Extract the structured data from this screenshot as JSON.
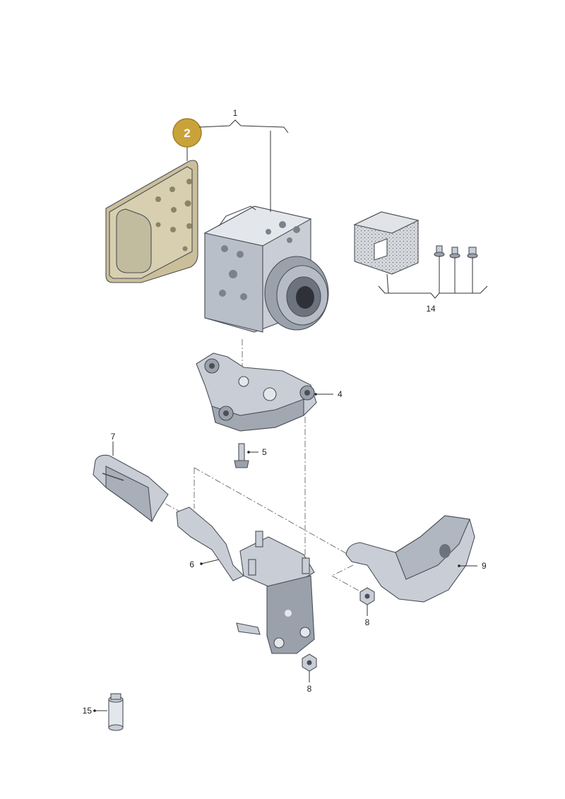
{
  "colors": {
    "metal": "#c9ced6",
    "metal_dark": "#8f96a1",
    "metal_light": "#e3e7ec",
    "outline": "#4a4f57",
    "highlight_badge": "#c9a33a",
    "highlight_part": "#cbbf9a",
    "foam": "#d4d7db"
  },
  "badge": {
    "label": "2"
  },
  "callouts": [
    {
      "id": "1",
      "label": "1"
    },
    {
      "id": "4",
      "label": "4"
    },
    {
      "id": "5",
      "label": "5"
    },
    {
      "id": "6",
      "label": "6"
    },
    {
      "id": "7",
      "label": "7"
    },
    {
      "id": "8a",
      "label": "8"
    },
    {
      "id": "8b",
      "label": "8"
    },
    {
      "id": "9",
      "label": "9"
    },
    {
      "id": "14",
      "label": "14"
    },
    {
      "id": "15",
      "label": "15"
    }
  ]
}
